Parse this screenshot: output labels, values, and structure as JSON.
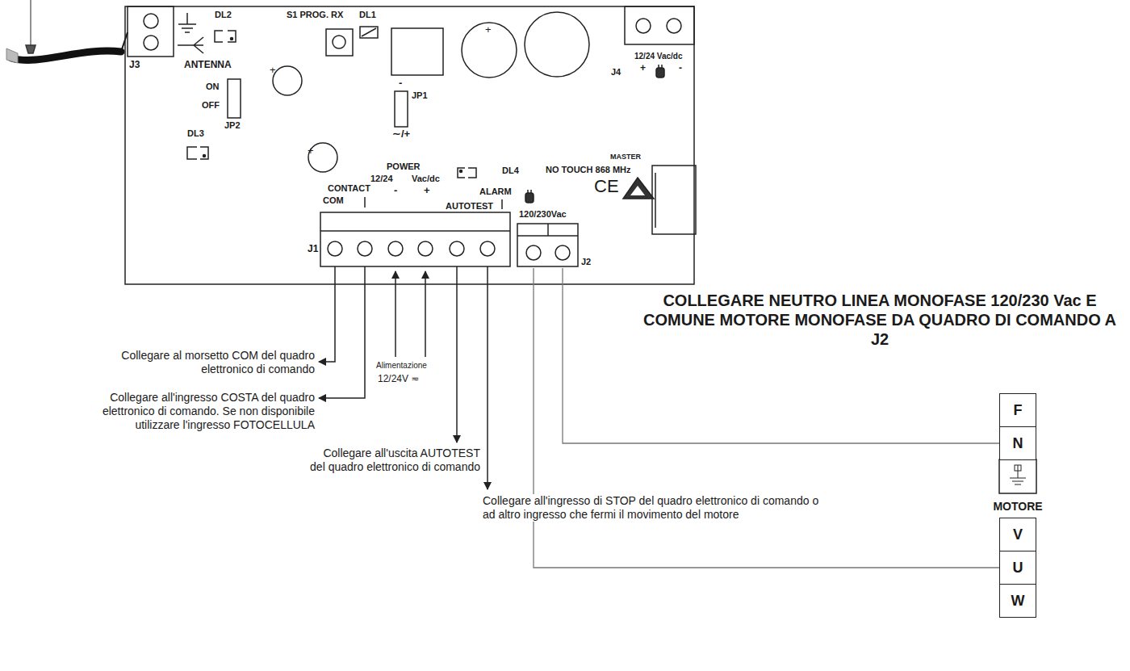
{
  "diagram": {
    "nodes": [
      {
        "text": [
          "120/230Vac",
          "J2"
        ]
      },
      {
        "text": [
          "F"
        ]
      },
      {
        "text": [
          "N"
        ]
      },
      {
        "text": [
          "V"
        ]
      },
      {
        "text": [
          "U"
        ]
      },
      {
        "text": [
          "W"
        ]
      }
    ],
    "edges": [
      {
        "from": 0,
        "to": 2,
        "arrow": "none"
      },
      {
        "from": 0,
        "to": 4,
        "arrow": "none"
      }
    ],
    "labels": [
      "J3",
      "ANTENNA",
      "ON",
      "OFF",
      "JP2",
      "DL2",
      "S1 PROG. RX",
      "DL1",
      "+",
      "+",
      "+",
      "-",
      "JP1",
      "∼/+",
      "12/24 Vac/dc",
      "J4",
      "+",
      "-",
      "DL3",
      "COM",
      "CONTACT",
      "POWER",
      "12/24",
      "Vac/dc",
      "-",
      "+",
      "AUTOTEST",
      "ALARM",
      "DL4",
      "J1",
      "MASTER",
      "NO TOUCH 868 MHz",
      "CE",
      "Collegare al morsetto COM del quadro elettronico di comando",
      "Collegare all'ingresso COSTA del quadro elettronico di comando. Se non disponibile utilizzare l'ingresso FOTOCELLULA",
      "Alimentazione",
      "12/24V ≂",
      "Collegare all'uscita AUTOTEST del quadro elettronico di comando",
      "Collegare all'ingresso di STOP del quadro elettronico di comando o ad altro ingresso che fermi il movimento del motore",
      "COLLEGARE NEUTRO LINEA MONOFASE 120/230 Vac E COMUNE MOTORE MONOFASE DA QUADRO DI COMANDO A J2",
      "MOTORE"
    ]
  }
}
